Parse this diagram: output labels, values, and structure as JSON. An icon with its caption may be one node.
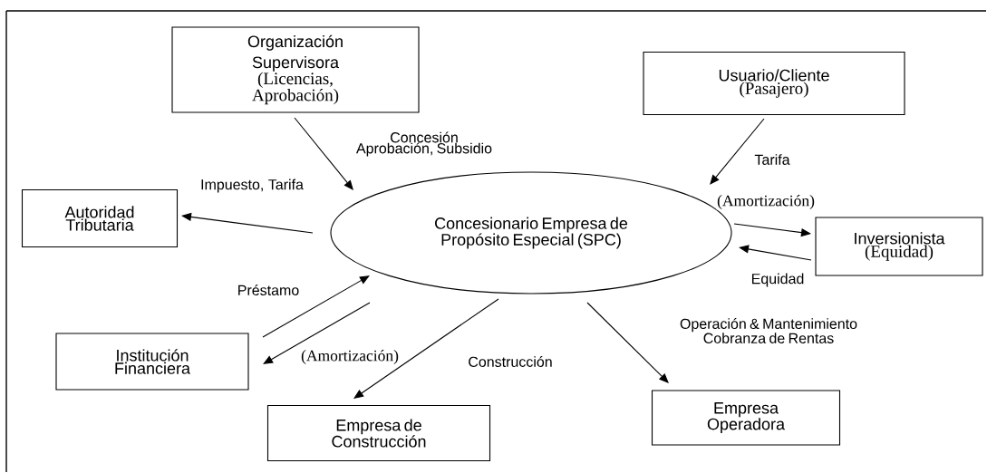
{
  "diagram": {
    "nodes": [
      {
        "text": [
          "Organización Supervisora",
          "(Licencias, Aprobación)"
        ]
      },
      {
        "text": [
          "Usuario/Cliente",
          "(Pasajero)"
        ]
      },
      {
        "text": [
          "Autoridad Tributaria"
        ]
      },
      {
        "text": [
          "Concesionario Empresa de Propósito Especial (SPC)"
        ]
      },
      {
        "text": [
          "Inversionista",
          "(Equidad)"
        ]
      },
      {
        "text": [
          "Institución Financiera"
        ]
      },
      {
        "text": [
          "Empresa de Construcción"
        ]
      },
      {
        "text": [
          "Empresa Operadora"
        ]
      }
    ],
    "edges": [
      {
        "from": 0,
        "to": 3,
        "arrow": "to",
        "label": "Concesión Aprobación, Subsidio"
      },
      {
        "from": 1,
        "to": 3,
        "arrow": "to",
        "label": "Tarifa"
      },
      {
        "from": 3,
        "to": 2,
        "arrow": "to",
        "label": "Impuesto, Tarifa"
      },
      {
        "from": 3,
        "to": 4,
        "arrow": "to",
        "label": "(Amortización)"
      },
      {
        "from": 4,
        "to": 3,
        "arrow": "to",
        "label": "Equidad"
      },
      {
        "from": 5,
        "to": 3,
        "arrow": "to",
        "label": "Préstamo"
      },
      {
        "from": 3,
        "to": 5,
        "arrow": "to",
        "label": "(Amortización)"
      },
      {
        "from": 3,
        "to": 6,
        "arrow": "to",
        "label": "Construcción"
      },
      {
        "from": 3,
        "to": 7,
        "arrow": "to",
        "label": "Operación & Mantenimiento Cobranza de Rentas"
      }
    ]
  }
}
